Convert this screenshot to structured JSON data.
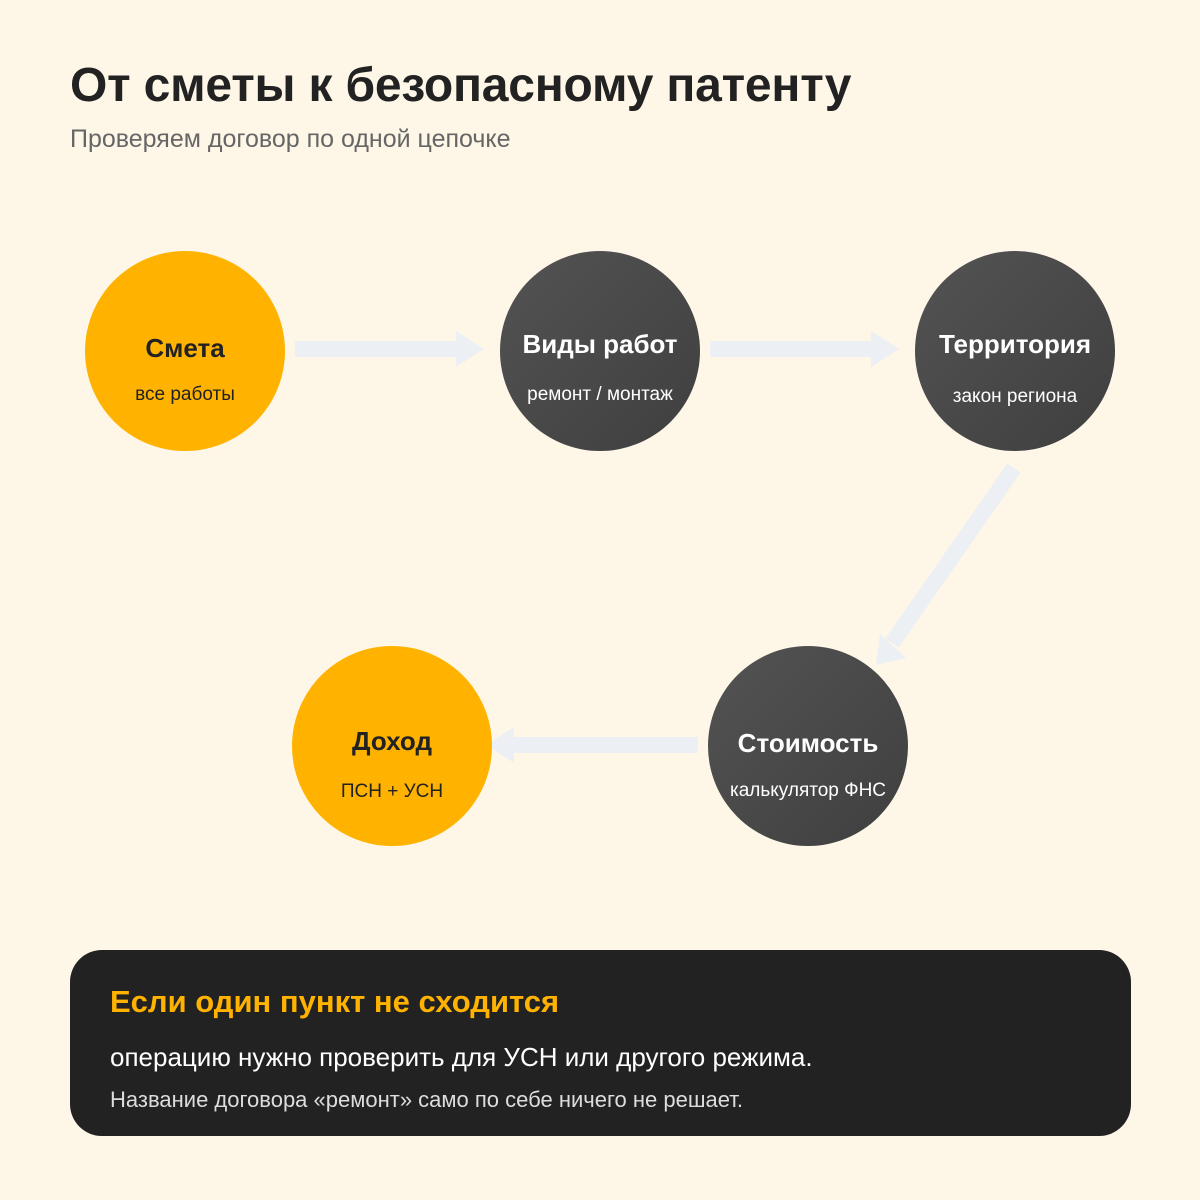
{
  "title": "От сметы к безопасному патенту",
  "subtitle": "Проверяем договор по одной цепочке",
  "nodes": [
    {
      "label": "Смета",
      "sub": "все работы",
      "style": "accent"
    },
    {
      "label": "Виды работ",
      "sub": "ремонт / монтаж",
      "style": "dark"
    },
    {
      "label": "Территория",
      "sub": "закон региона",
      "style": "dark"
    },
    {
      "label": "Стоимость",
      "sub": "калькулятор ФНС",
      "style": "dark"
    },
    {
      "label": "Доход",
      "sub": "ПСН + УСН",
      "style": "accent"
    }
  ],
  "note": {
    "title": "Если один пункт не сходится",
    "main": "операцию нужно проверить для УСН или другого режима.",
    "secondary": "Название договора «ремонт» само по себе ничего не решает."
  },
  "colors": {
    "background": "#fef7e8",
    "accent": "#ffb300",
    "dark_node": "#4a4a4a",
    "arrow": "#eceff3",
    "note_background": "#222222"
  }
}
